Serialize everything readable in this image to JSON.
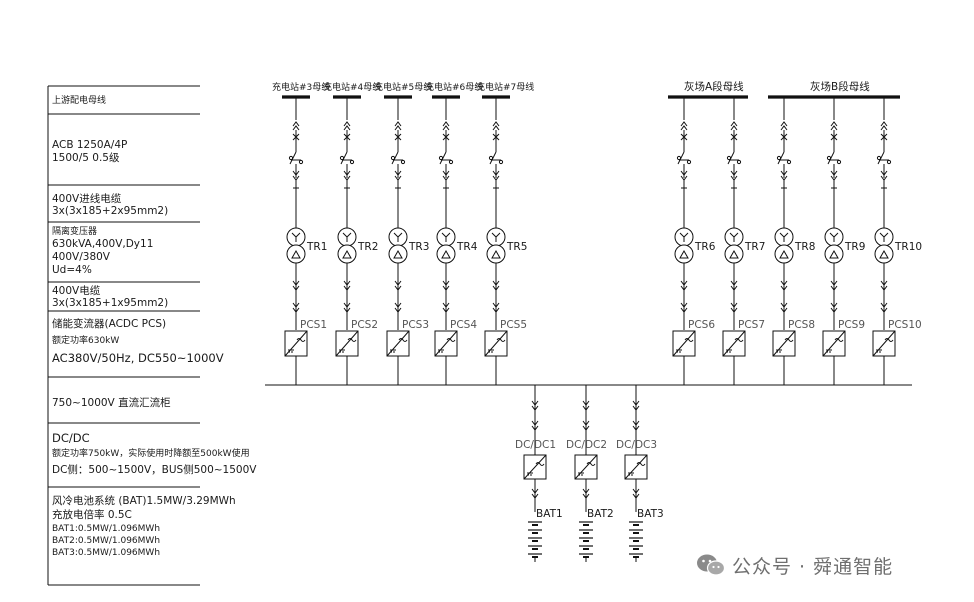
{
  "left_panel": {
    "rows": [
      {
        "lines": [
          "上游配电母线"
        ]
      },
      {
        "lines": [
          "ACB 1250A/4P",
          "1500/5 0.5级"
        ]
      },
      {
        "lines": [
          "400V进线电缆",
          "3x(3x185+2x95mm2)"
        ]
      },
      {
        "lines": [
          "隔离变压器",
          "630kVA,400V,Dy11",
          "400V/380V",
          "Ud=4%"
        ]
      },
      {
        "lines": [
          "400V电缆",
          "3x(3x185+1x95mm2)"
        ]
      },
      {
        "lines": [
          "储能变流器(ACDC PCS)",
          "额定功率630kW",
          "AC380V/50Hz, DC550~1000V"
        ]
      },
      {
        "lines": [
          "750~1000V 直流汇流柜"
        ]
      },
      {
        "lines": [
          "DC/DC",
          "额定功率750kW，实际使用时降额至500kW使用",
          "DC侧：500~1500V，BUS侧500~1500V"
        ]
      },
      {
        "lines": [
          "风冷电池系统 (BAT)1.5MW/3.29MWh",
          "充放电倍率 0.5C",
          "BAT1:0.5MW/1.096MWh",
          "BAT2:0.5MW/1.096MWh",
          "BAT3:0.5MW/1.096MWh"
        ]
      }
    ]
  },
  "buses": {
    "group1": [
      "充电站#3母线",
      "充电站#4母线",
      "充电站#5母线",
      "充电站#6母线",
      "充电站#7母线"
    ],
    "group_a": "灰场A段母线",
    "group_b": "灰场B段母线"
  },
  "transformers": [
    "TR1",
    "TR2",
    "TR3",
    "TR4",
    "TR5",
    "TR6",
    "TR7",
    "TR8",
    "TR9",
    "TR10"
  ],
  "pcs": [
    "PCS1",
    "PCS2",
    "PCS3",
    "PCS4",
    "PCS5",
    "PCS6",
    "PCS7",
    "PCS8",
    "PCS9",
    "PCS10"
  ],
  "dcdc": [
    "DC/DC1",
    "DC/DC2",
    "DC/DC3"
  ],
  "batteries": [
    "BAT1",
    "BAT2",
    "BAT3"
  ],
  "watermark": {
    "icon": "wechat-icon",
    "text": "公众号 · 舜通智能"
  }
}
